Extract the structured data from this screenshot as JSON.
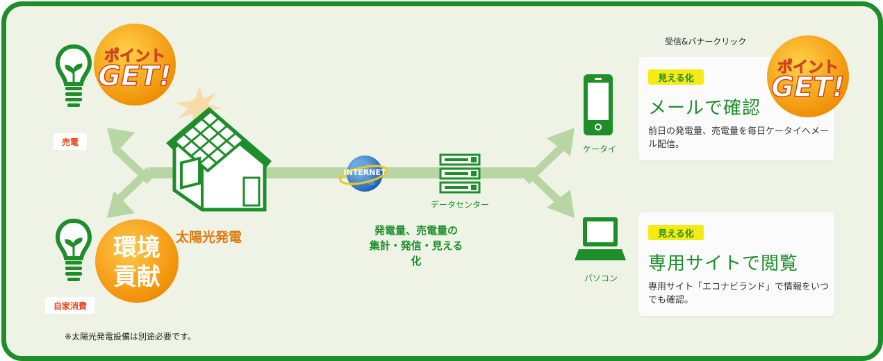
{
  "left": {
    "top_bulb_label": "売電",
    "bottom_bulb_label": "自家消費",
    "badge_top_line1": "ポイント",
    "badge_top_line2": "GET!",
    "badge_env_line1": "環境",
    "badge_env_line2": "貢献",
    "house_label": "太陽光発電",
    "footnote": "※太陽光発電設備は別途必要です。"
  },
  "center": {
    "internet_label": "INTERNET",
    "datacenter_label": "データセンター",
    "description_line1": "発電量、売電量の",
    "description_line2": "集計・発信・見える化"
  },
  "right": {
    "header_note": "受信&バナークリック",
    "mobile_label": "ケータイ",
    "pc_label": "パソコン",
    "badge_point_line1": "ポイント",
    "badge_point_line2": "GET!",
    "mail_card": {
      "badge": "見える化",
      "title": "メールで確認",
      "text": "前日の発電量、売電量を毎日ケータイへメール配信。"
    },
    "site_card": {
      "badge": "見える化",
      "title": "専用サイトで閲覧",
      "text": "専用サイト「エコナビランド」で情報をいつでも確認。"
    }
  },
  "colors": {
    "brand_green": "#1e8e2a",
    "light_green_arrow": "#b7d6a4",
    "orange": "#f0a020",
    "yellow": "#f5ea13"
  }
}
